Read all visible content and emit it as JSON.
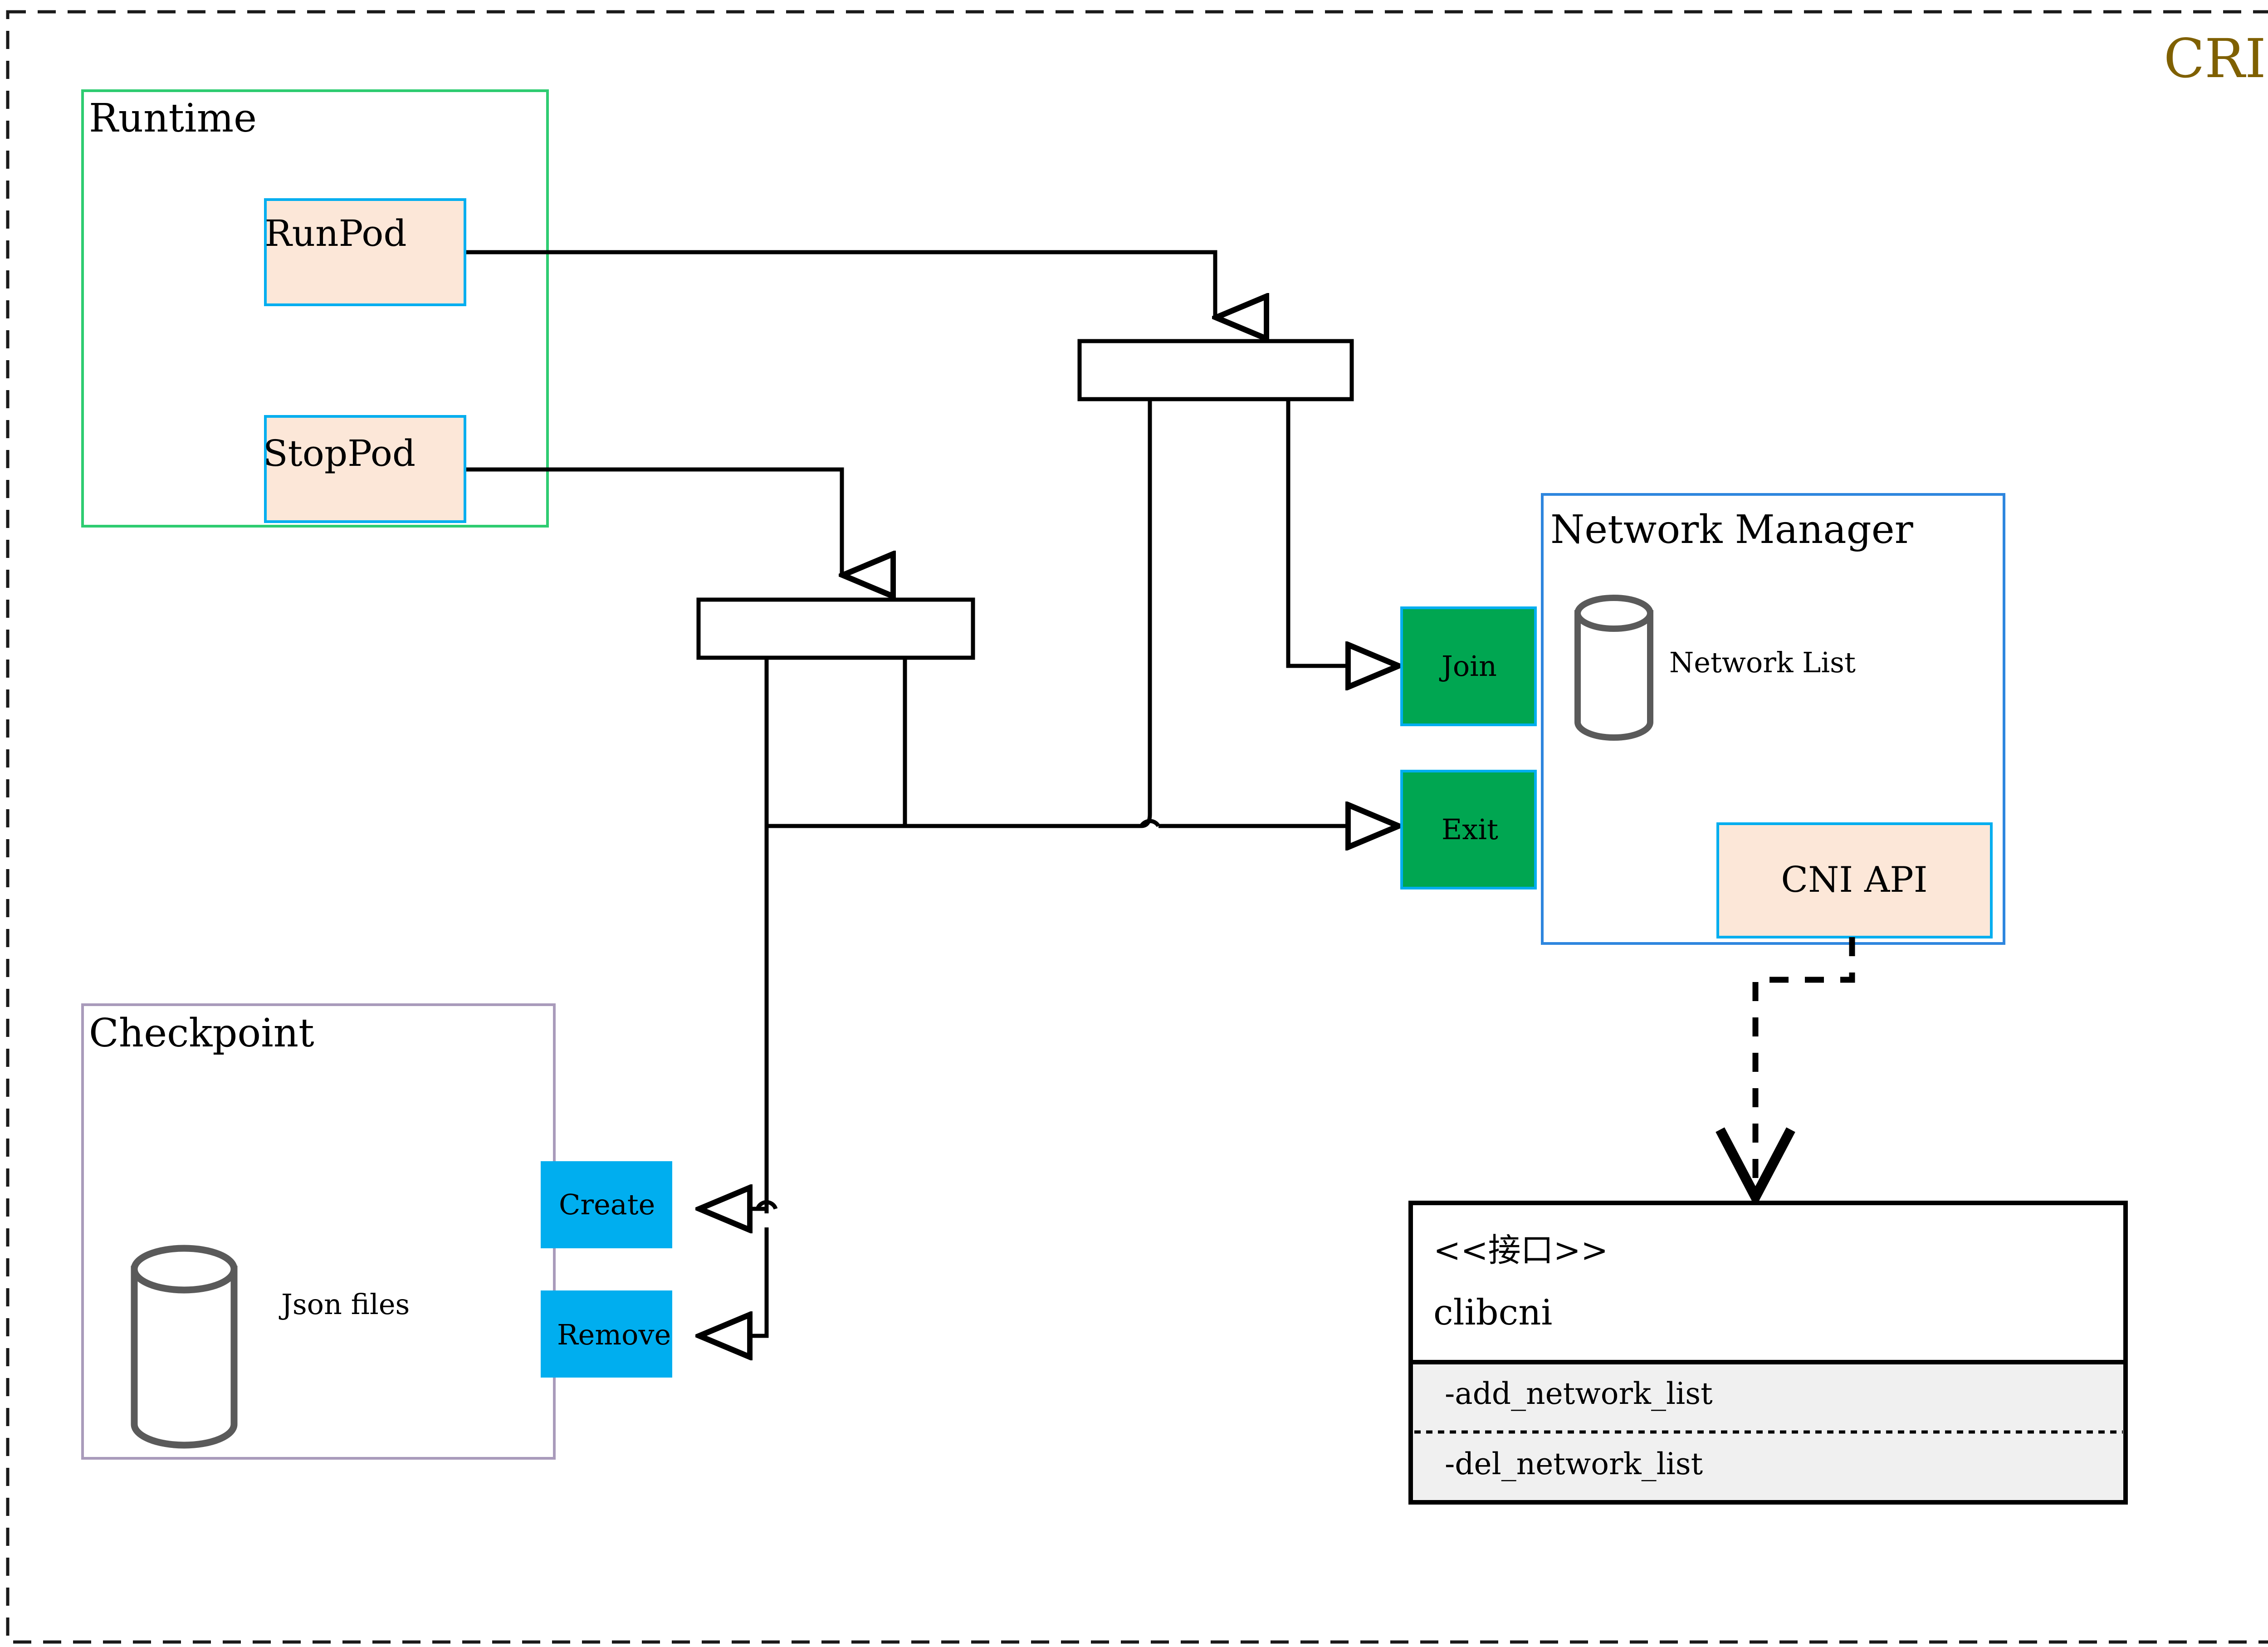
{
  "diagram": {
    "title": "CRI",
    "title_color": "#7F6000",
    "frame": {
      "style": "dashed",
      "color": "#1a1a1a"
    }
  },
  "palette": {
    "runtime_border": "#2ECC71",
    "checkpoint_border": "#A99BBB",
    "pod_fill": "#FCE7D8",
    "pod_border": "#00AEEF",
    "green_fill": "#00A651",
    "cyan_fill": "#00AEEF",
    "nm_border": "#2E86DE",
    "cylinder_stroke": "#5A5A5A",
    "iface_fill": "#F0F0F0",
    "line": "#000000"
  },
  "groups": {
    "runtime": {
      "label": "Runtime"
    },
    "checkpoint": {
      "label": "Checkpoint",
      "store_label": "Json files",
      "store_icon": "cylinder-icon"
    },
    "network_manager": {
      "label": "Network Manager",
      "store_label": "Network List",
      "store_icon": "cylinder-icon"
    }
  },
  "nodes": {
    "runpod": {
      "label": "RunPod"
    },
    "stoppod": {
      "label": "StopPod"
    },
    "join": {
      "label": "Join"
    },
    "exit": {
      "label": "Exit"
    },
    "create": {
      "label": "Create"
    },
    "remove": {
      "label": "Remove"
    },
    "cni_api": {
      "label": "CNI API"
    },
    "fork_top": {
      "label": ""
    },
    "fork_bottom": {
      "label": ""
    }
  },
  "interface": {
    "stereotype": "<<接口>>",
    "name": "clibcni",
    "methods": [
      "-add_network_list",
      "-del_network_list"
    ]
  }
}
